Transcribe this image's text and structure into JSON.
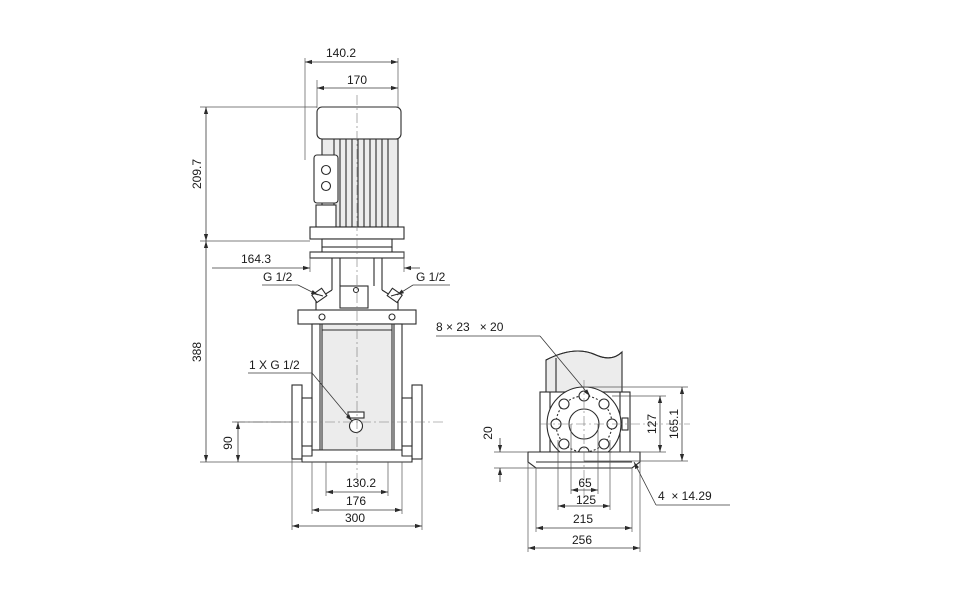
{
  "front_view": {
    "dim_top_outer": "140.2",
    "dim_top_inner": "170",
    "dim_motor_height": "209.7",
    "dim_total_lower": "388",
    "dim_base_flange": "90",
    "dim_adapter_width": "164.3",
    "port_left": "G 1/2",
    "port_right": "G 1/2",
    "drain_port": "1 X G 1/2",
    "dim_foot_inner": "130.2",
    "dim_foot_mid": "176",
    "dim_foot_outer": "300"
  },
  "side_view": {
    "bolt_holes": "8 × 23   × 20",
    "dim_foot_height": "20",
    "dim_pcd_small": "127",
    "dim_pcd_large": "165.1",
    "dim_bore": "65",
    "dim_pcd": "125",
    "dim_base_inner": "215",
    "dim_base_outer": "256",
    "foot_holes": "4  × 14.29"
  }
}
